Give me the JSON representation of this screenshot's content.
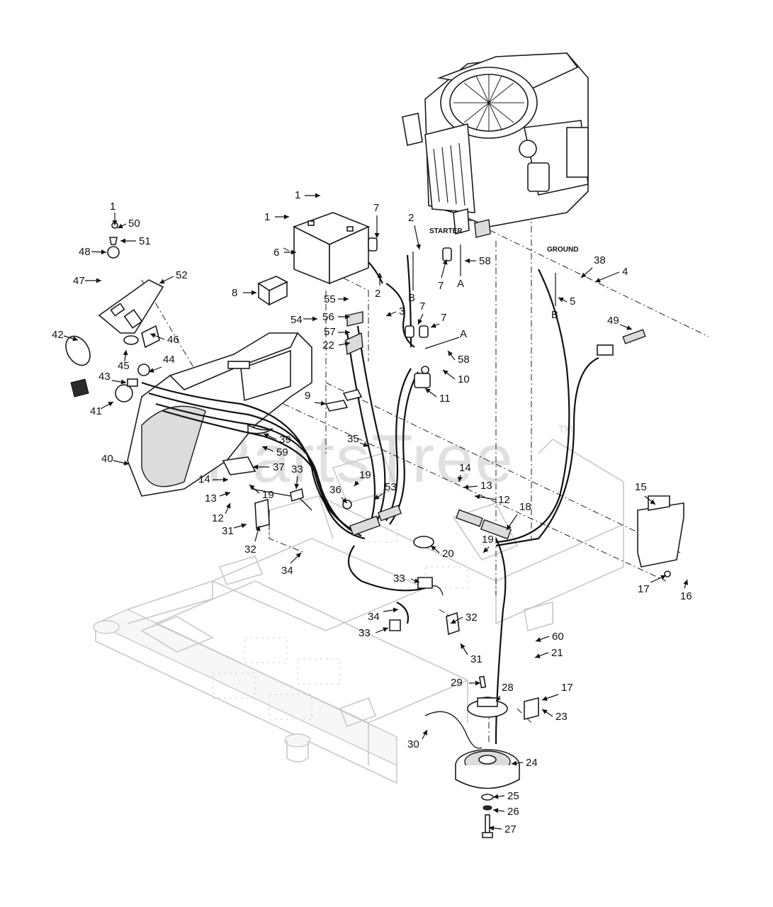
{
  "labels": {
    "starter": "STARTER",
    "ground": "GROUND",
    "connector_a": "A",
    "connector_b": "B"
  },
  "watermark": {
    "text": "PartsTree",
    "trademark": "TM"
  },
  "callouts": [
    {
      "id": "1",
      "text": "1"
    },
    {
      "id": "1b",
      "text": "1"
    },
    {
      "id": "1c",
      "text": "1"
    },
    {
      "id": "2",
      "text": "2"
    },
    {
      "id": "2b",
      "text": "2"
    },
    {
      "id": "3",
      "text": "3"
    },
    {
      "id": "4",
      "text": "4"
    },
    {
      "id": "5",
      "text": "5"
    },
    {
      "id": "6",
      "text": "6"
    },
    {
      "id": "7",
      "text": "7"
    },
    {
      "id": "7b",
      "text": "7"
    },
    {
      "id": "7c",
      "text": "7"
    },
    {
      "id": "7d",
      "text": "7"
    },
    {
      "id": "7e",
      "text": "7"
    },
    {
      "id": "8",
      "text": "8"
    },
    {
      "id": "9",
      "text": "9"
    },
    {
      "id": "10",
      "text": "10"
    },
    {
      "id": "11",
      "text": "11"
    },
    {
      "id": "12",
      "text": "12"
    },
    {
      "id": "12b",
      "text": "12"
    },
    {
      "id": "13",
      "text": "13"
    },
    {
      "id": "13b",
      "text": "13"
    },
    {
      "id": "14",
      "text": "14"
    },
    {
      "id": "14b",
      "text": "14"
    },
    {
      "id": "15",
      "text": "15"
    },
    {
      "id": "16",
      "text": "16"
    },
    {
      "id": "17",
      "text": "17"
    },
    {
      "id": "17b",
      "text": "17"
    },
    {
      "id": "18",
      "text": "18"
    },
    {
      "id": "19",
      "text": "19"
    },
    {
      "id": "19b",
      "text": "19"
    },
    {
      "id": "19c",
      "text": "19"
    },
    {
      "id": "20",
      "text": "20"
    },
    {
      "id": "21",
      "text": "21"
    },
    {
      "id": "22",
      "text": "22"
    },
    {
      "id": "23",
      "text": "23"
    },
    {
      "id": "24",
      "text": "24"
    },
    {
      "id": "25",
      "text": "25"
    },
    {
      "id": "26",
      "text": "26"
    },
    {
      "id": "27",
      "text": "27"
    },
    {
      "id": "28",
      "text": "28"
    },
    {
      "id": "29",
      "text": "29"
    },
    {
      "id": "30",
      "text": "30"
    },
    {
      "id": "31",
      "text": "31"
    },
    {
      "id": "31b",
      "text": "31"
    },
    {
      "id": "32",
      "text": "32"
    },
    {
      "id": "32b",
      "text": "32"
    },
    {
      "id": "33",
      "text": "33"
    },
    {
      "id": "33b",
      "text": "33"
    },
    {
      "id": "33c",
      "text": "33"
    },
    {
      "id": "34",
      "text": "34"
    },
    {
      "id": "34b",
      "text": "34"
    },
    {
      "id": "35",
      "text": "35"
    },
    {
      "id": "36",
      "text": "36"
    },
    {
      "id": "37",
      "text": "37"
    },
    {
      "id": "38",
      "text": "38"
    },
    {
      "id": "39",
      "text": "39"
    },
    {
      "id": "40",
      "text": "40"
    },
    {
      "id": "41",
      "text": "41"
    },
    {
      "id": "42",
      "text": "42"
    },
    {
      "id": "43",
      "text": "43"
    },
    {
      "id": "44",
      "text": "44"
    },
    {
      "id": "45",
      "text": "45"
    },
    {
      "id": "46",
      "text": "46"
    },
    {
      "id": "47",
      "text": "47"
    },
    {
      "id": "48",
      "text": "48"
    },
    {
      "id": "49",
      "text": "49"
    },
    {
      "id": "50",
      "text": "50"
    },
    {
      "id": "51",
      "text": "51"
    },
    {
      "id": "52",
      "text": "52"
    },
    {
      "id": "53",
      "text": "53"
    },
    {
      "id": "54",
      "text": "54"
    },
    {
      "id": "55",
      "text": "55"
    },
    {
      "id": "56",
      "text": "56"
    },
    {
      "id": "57",
      "text": "57"
    },
    {
      "id": "58",
      "text": "58"
    },
    {
      "id": "58b",
      "text": "58"
    },
    {
      "id": "59",
      "text": "59"
    },
    {
      "id": "60",
      "text": "60"
    }
  ]
}
